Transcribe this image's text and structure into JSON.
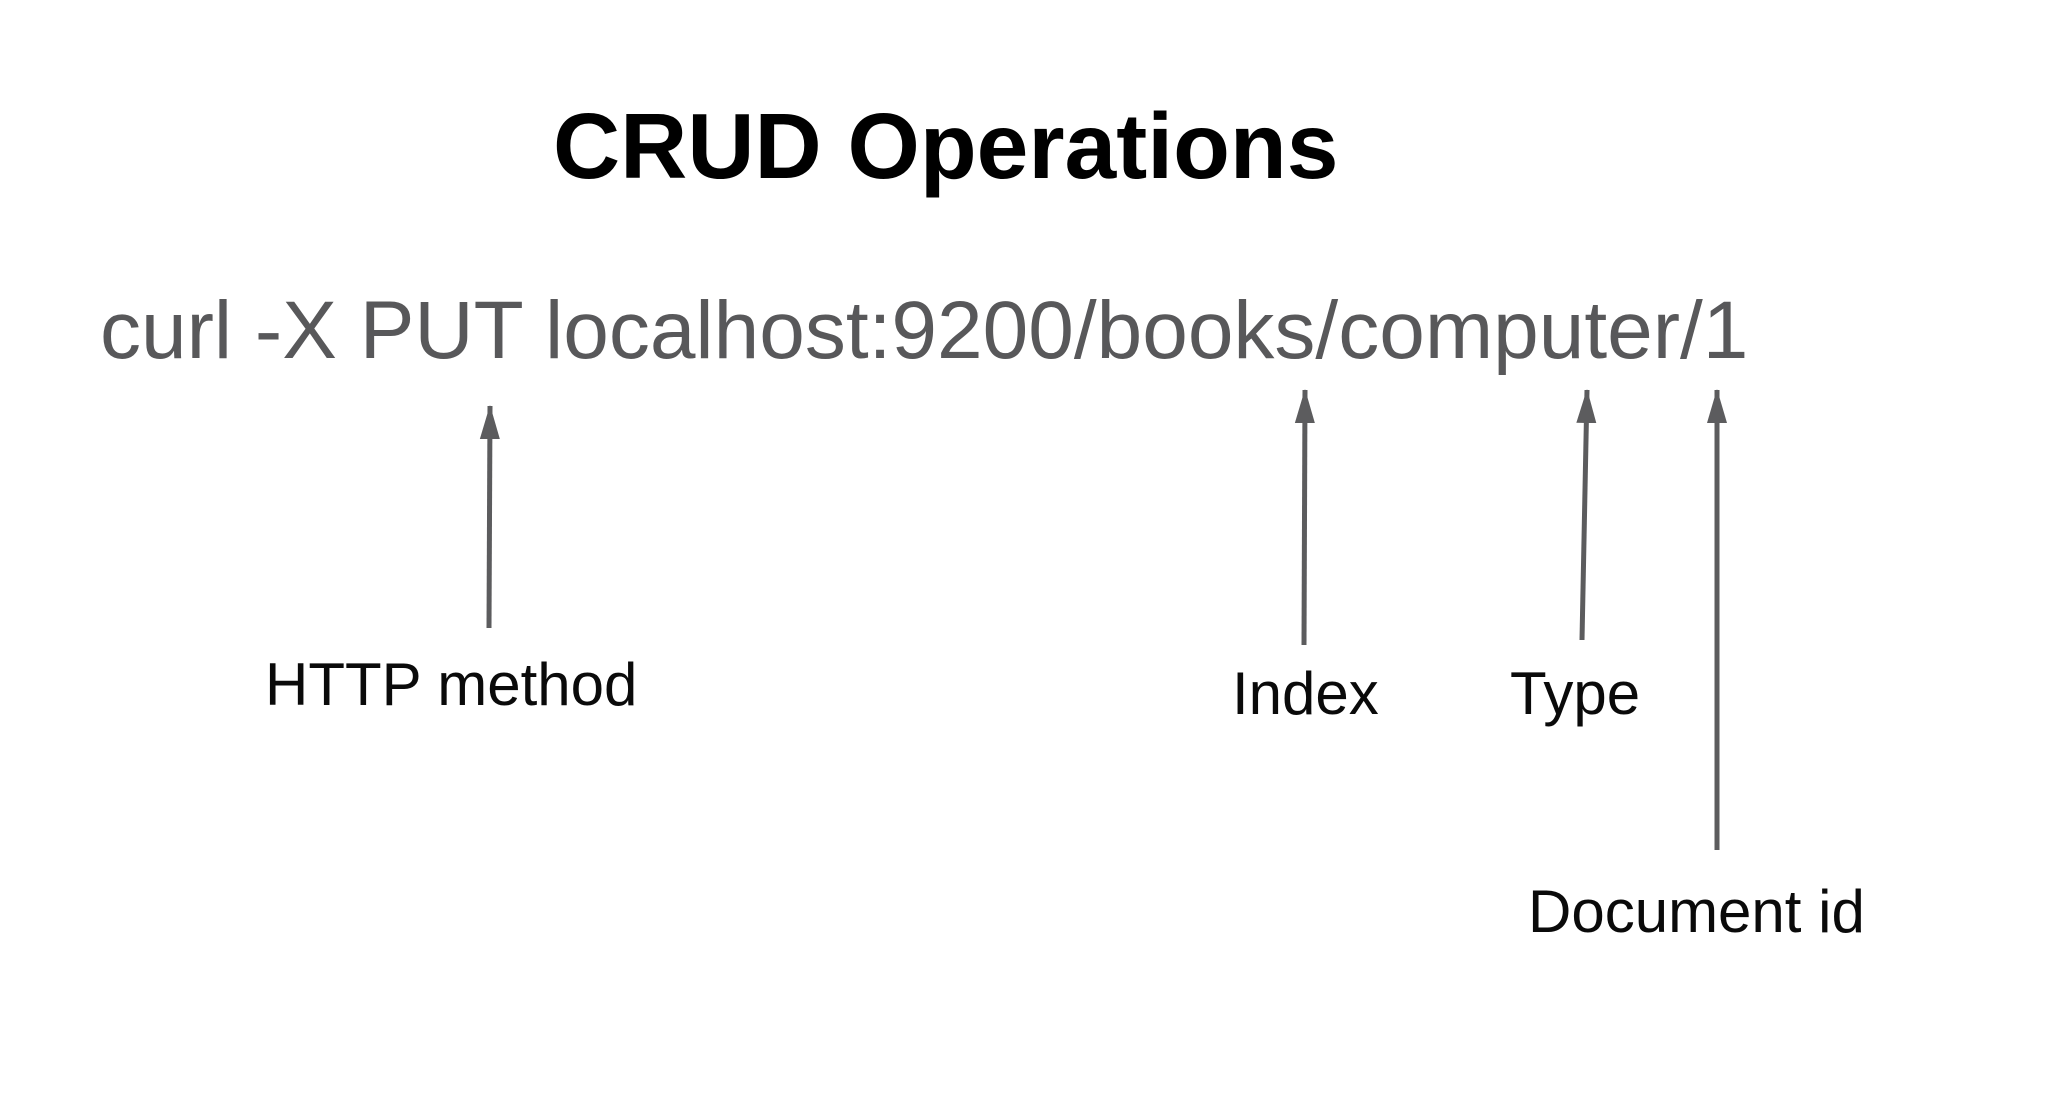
{
  "page": {
    "title": "CRUD Operations",
    "background_color": "#ffffff"
  },
  "command": {
    "text": "curl -X PUT localhost:9200/books/computer/1"
  },
  "annotations": {
    "http_method": {
      "label": "HTTP method"
    },
    "index": {
      "label": "Index"
    },
    "type": {
      "label": "Type"
    },
    "document_id": {
      "label": "Document id"
    }
  },
  "colors": {
    "title_text": "#000000",
    "command_text": "#58585a",
    "label_text": "#0a0a0a",
    "arrow": "#5c5c5e"
  }
}
